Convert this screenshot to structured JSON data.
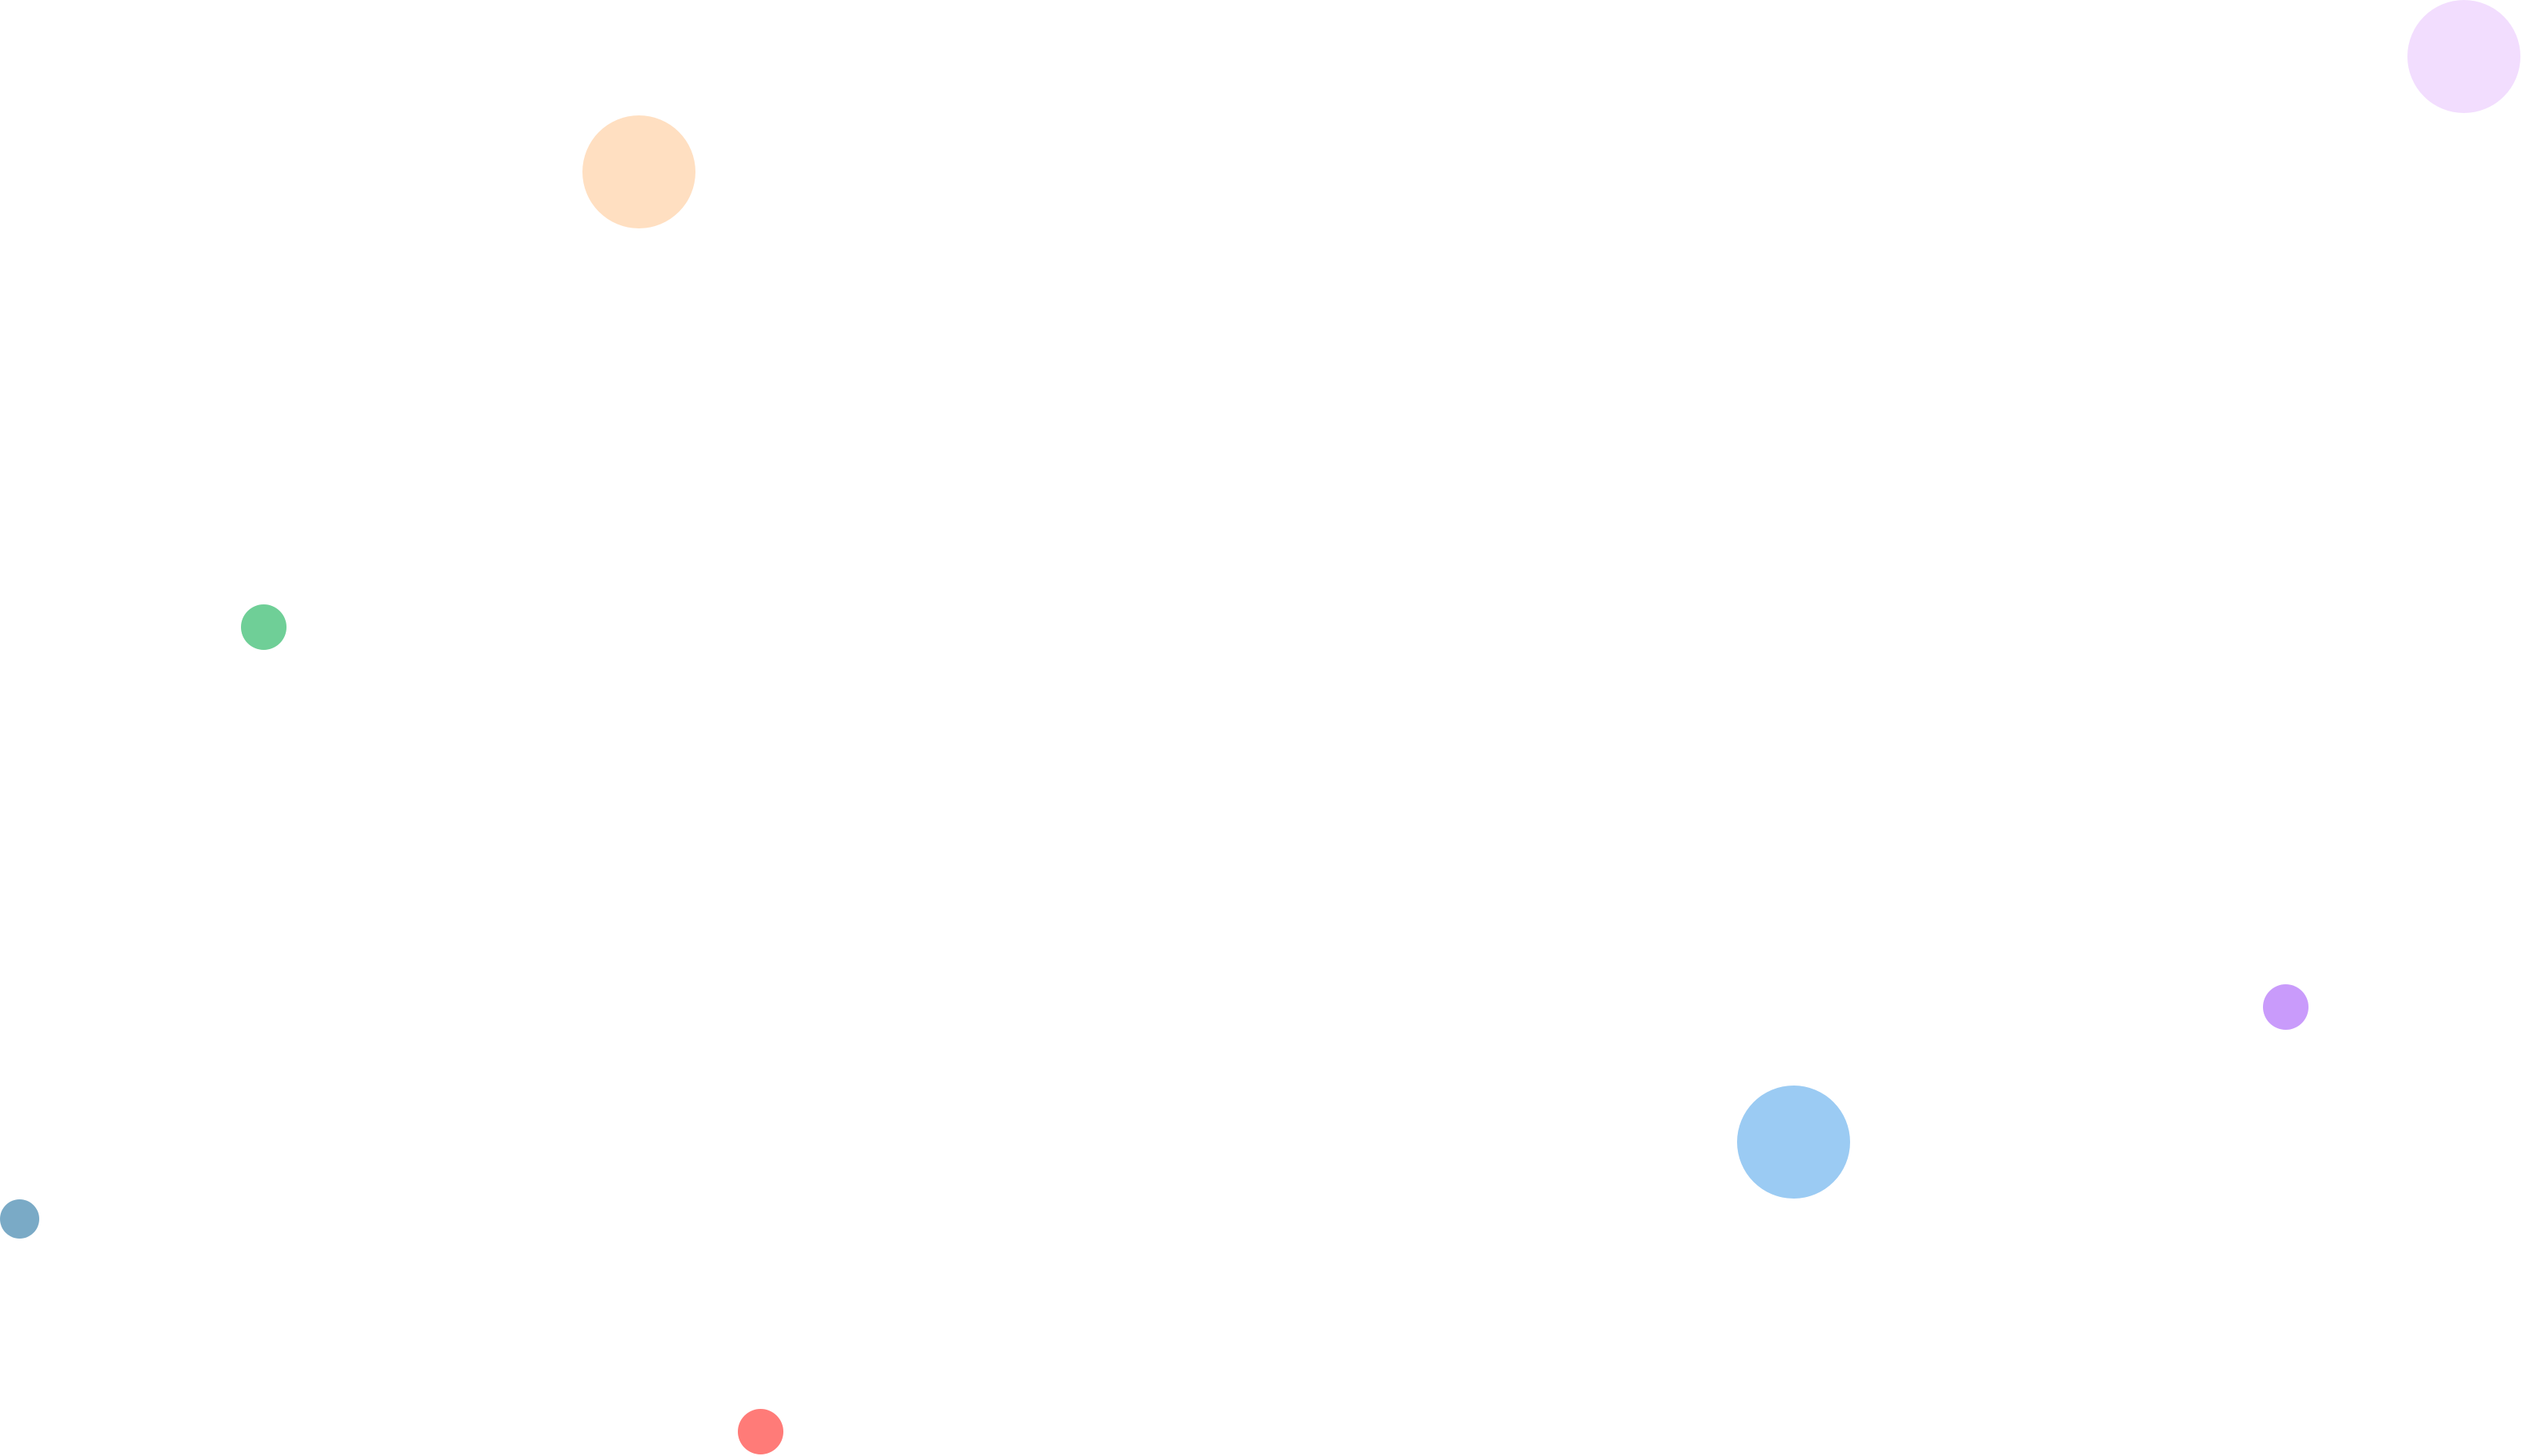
{
  "decorations": [
    {
      "name": "peach-circle",
      "color": "#FFDFC1"
    },
    {
      "name": "lavender-circle",
      "color": "#F2DDFE"
    },
    {
      "name": "green-circle",
      "color": "#6FCF97"
    },
    {
      "name": "purple-circle",
      "color": "#C99BFB"
    },
    {
      "name": "light-blue-circle",
      "color": "#9BCBF3"
    },
    {
      "name": "steel-blue-circle",
      "color": "#7AAAC6"
    },
    {
      "name": "coral-circle",
      "color": "#FF7B78"
    }
  ]
}
